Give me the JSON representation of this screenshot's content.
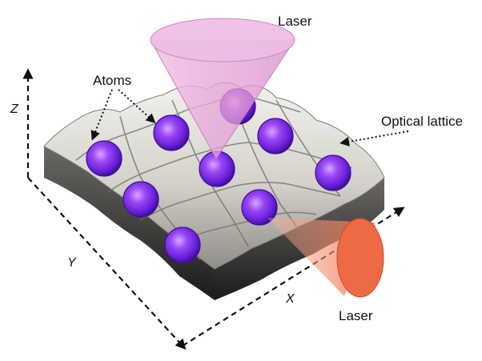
{
  "labels": {
    "laser_top": "Laser",
    "laser_side": "Laser",
    "atoms": "Atoms",
    "optical_lattice": "Optical lattice"
  },
  "axes": {
    "x": "X",
    "y": "Y",
    "z": "Z"
  },
  "colors": {
    "surface_light": "#e9e7e1",
    "surface_dark": "#2a2928",
    "atom_core": "#8a3cf2",
    "atom_edge": "#4a12a8",
    "laser_top": "#e9a6d8",
    "laser_side": "#ee6a44"
  }
}
